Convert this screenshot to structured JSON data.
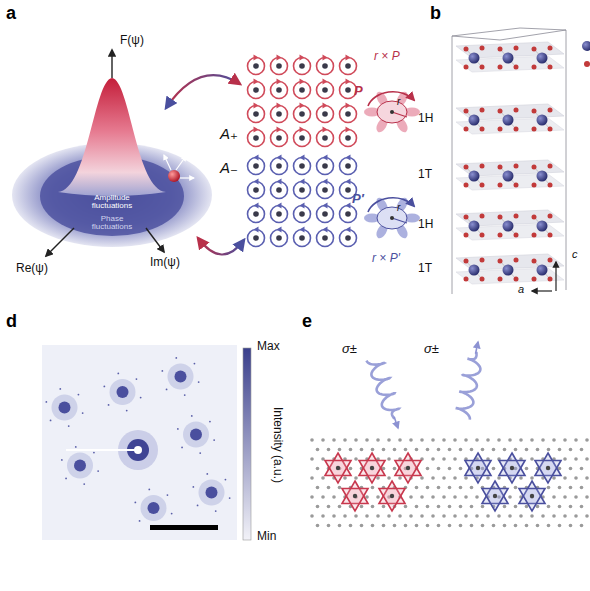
{
  "diagram": {
    "labels": [
      "a",
      "F(ψ)",
      "Amplitude fluctuations",
      "Phase fluctuations",
      "Re(ψ)",
      "Im(ψ)",
      "A₊",
      "P",
      "r",
      "r × P",
      "A₋",
      "P′",
      "r",
      "r × P′",
      "b",
      "1H",
      "1T",
      "1H",
      "1T",
      "c",
      "a",
      "d",
      "Max",
      "Intensity (a.u.)",
      "Min",
      "e",
      "σ±",
      "σ±"
    ]
  }
}
